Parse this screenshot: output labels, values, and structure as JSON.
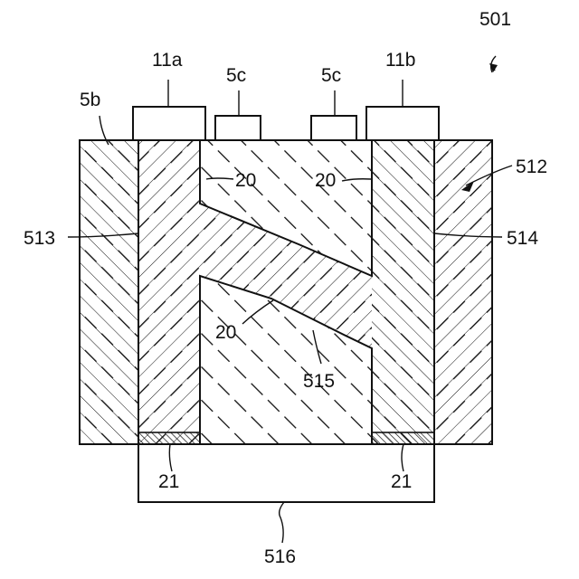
{
  "figure": {
    "ref_number": "501",
    "labels": {
      "electrode_left": "11a",
      "electrode_right": "11b",
      "contact_left": "5c",
      "contact_right": "5c",
      "outer_region": "5b",
      "region_512": "512",
      "region_513": "513",
      "region_514": "514",
      "region_515": "515",
      "boundary_left": "20",
      "boundary_right": "20",
      "boundary_center": "20",
      "pad_left": "21",
      "pad_right": "21",
      "wire": "516"
    }
  }
}
